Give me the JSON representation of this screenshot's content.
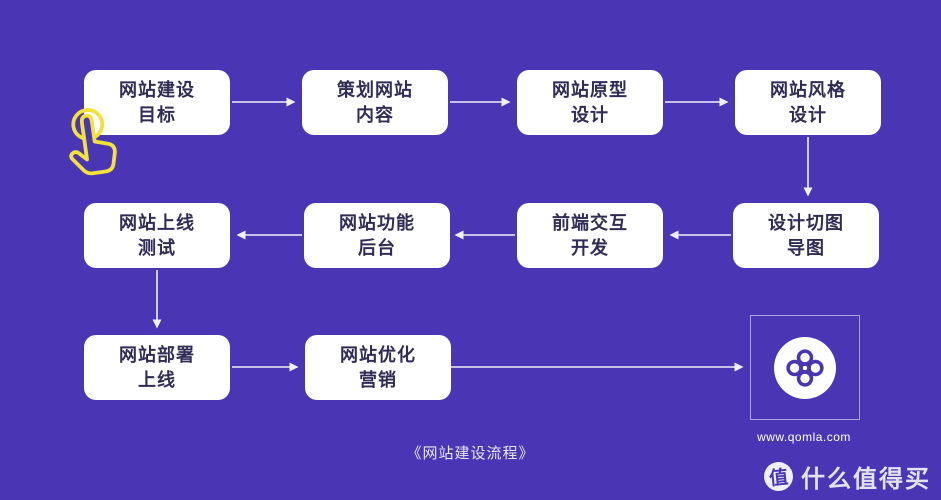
{
  "page": {
    "background_color": "#4A35B5",
    "connector_color": "#F1EFFA",
    "box_fill": "#FFFFFF",
    "box_text_color": "#312C56"
  },
  "flowchart": {
    "caption": "《网站建设流程》",
    "boxes": [
      {
        "id": "goal",
        "label": "网站建设\n目标"
      },
      {
        "id": "plan",
        "label": "策划网站\n内容"
      },
      {
        "id": "prototype",
        "label": "网站原型\n设计"
      },
      {
        "id": "style",
        "label": "网站风格\n设计"
      },
      {
        "id": "test",
        "label": "网站上线\n测试"
      },
      {
        "id": "backend",
        "label": "网站功能\n后台"
      },
      {
        "id": "frontend",
        "label": "前端交互\n开发"
      },
      {
        "id": "slicing",
        "label": "设计切图\n导图"
      },
      {
        "id": "deploy",
        "label": "网站部署\n上线"
      },
      {
        "id": "marketing",
        "label": "网站优化\n营销"
      }
    ]
  },
  "brand": {
    "website": "www.qomla.com",
    "logo_icon": "qomla-clover-icon",
    "logo_color": "#4B36B0"
  },
  "cursor": {
    "icon": "tap-hand-icon",
    "color": "#F2E23B"
  },
  "watermark": {
    "badge_char": "值",
    "text": "什么值得买"
  }
}
